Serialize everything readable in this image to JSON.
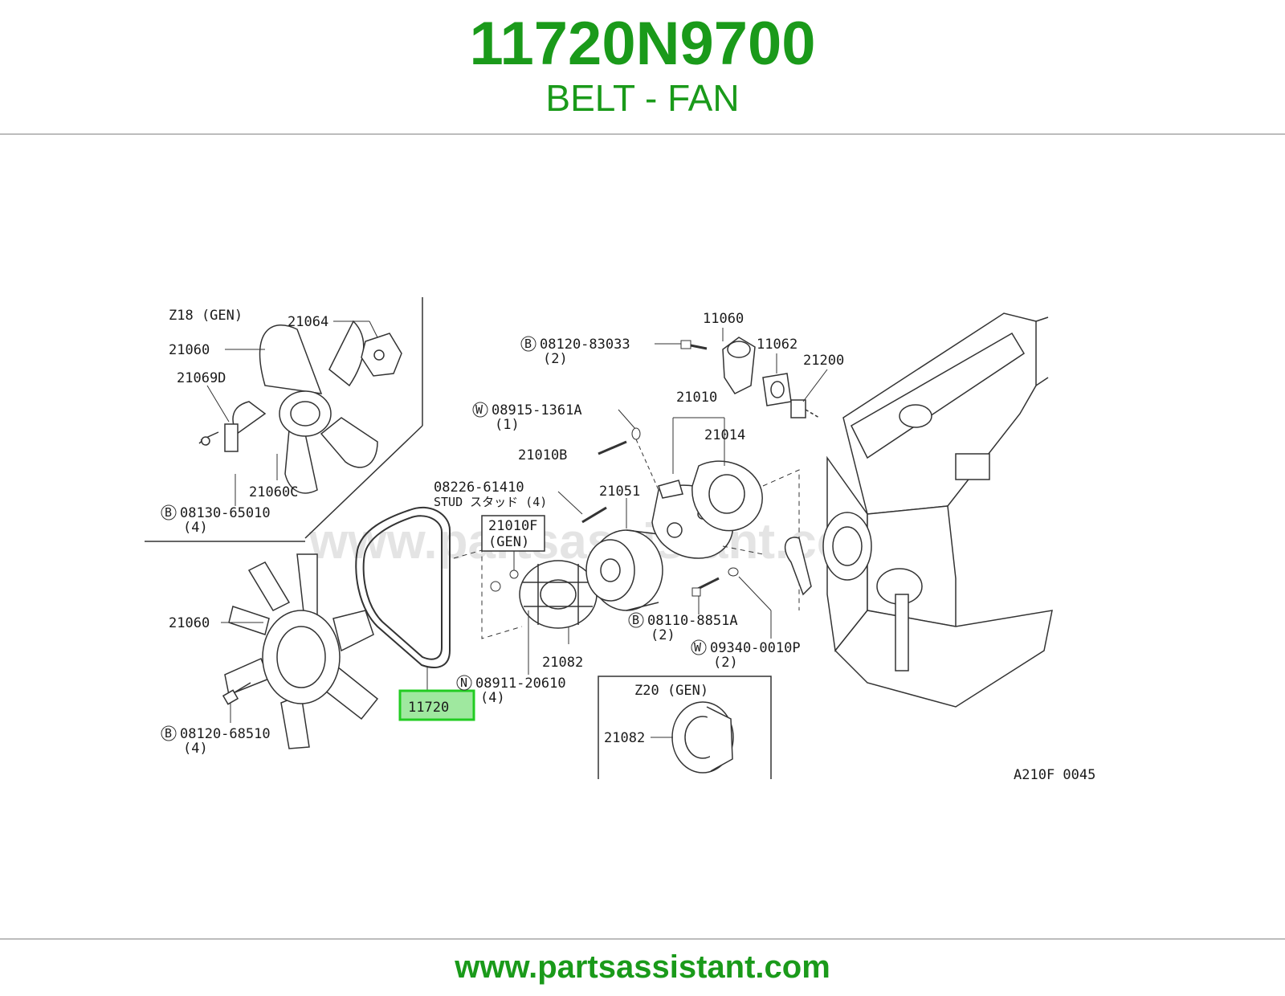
{
  "header": {
    "part_number": "11720N9700",
    "part_name": "BELT - FAN"
  },
  "footer": {
    "url": "www.partsassistant.com"
  },
  "colors": {
    "brand_green": "#1a9a1a",
    "highlight_green": "#22cc22",
    "highlight_fill": "#9fe89f",
    "rule_gray": "#bdbdbd"
  },
  "diagram": {
    "watermark": "www.partsassistant.com",
    "figure_code": "A210F 0045",
    "highlighted_part": "11720",
    "insets": {
      "top_left": "Z18 (GEN)",
      "bottom": "Z20 (GEN)"
    },
    "callouts": {
      "c21064": "21064",
      "c21060a": "21060",
      "c21069d": "21069D",
      "c21060c": "21060C",
      "c08130": "08130-65010",
      "c08130_qty": "(4)",
      "c21060b": "21060",
      "c08120a": "08120-68510",
      "c08120a_qty": "(4)",
      "c08226": "08226-61410",
      "c08226_sub": "STUD スタッド (4)",
      "c21010f": "21010F",
      "c21010f_sub": "(GEN)",
      "c08911": "08911-20610",
      "c08911_qty": "(4)",
      "c21082a": "21082",
      "c21051": "21051",
      "c21010b": "21010B",
      "c08915": "08915-1361A",
      "c08915_qty": "(1)",
      "c08120b": "08120-83033",
      "c08120b_qty": "(2)",
      "c11060": "11060",
      "c11062": "11062",
      "c21200": "21200",
      "c21010": "21010",
      "c21014": "21014",
      "c08110": "08110-8851A",
      "c08110_qty": "(2)",
      "c09340": "09340-0010P",
      "c09340_qty": "(2)",
      "c21082b": "21082"
    },
    "prefixes": {
      "bolt": "B",
      "washer": "W",
      "nut": "N"
    }
  }
}
